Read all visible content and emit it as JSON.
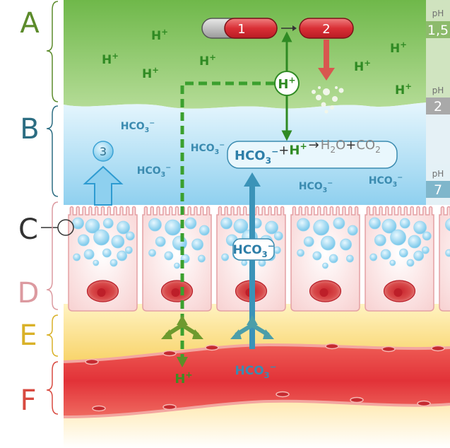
{
  "layer_labels": [
    {
      "letter": "A",
      "color": "#5c8b2b"
    },
    {
      "letter": "B",
      "color": "#2c6d82"
    },
    {
      "letter": "C",
      "color": "#333333"
    },
    {
      "letter": "D",
      "color": "#dc9aa0"
    },
    {
      "letter": "E",
      "color": "#d9b128"
    },
    {
      "letter": "F",
      "color": "#d84a40"
    }
  ],
  "ph_scale": [
    {
      "label": "pH",
      "value": "1,5"
    },
    {
      "label": "pH",
      "value": "2"
    },
    {
      "label": "pH",
      "value": "7"
    }
  ],
  "pills": {
    "first": "1",
    "second": "2"
  },
  "bubble_3": "3",
  "ions": {
    "h_plus": "H+",
    "hco3_main": "HCO3-"
  },
  "reaction": {
    "hco3": "HCO3-",
    "plus1": "+",
    "hplus": "H+",
    "arrow": "→",
    "h2o": "H2O",
    "plus2": "+",
    "co2": "CO2"
  },
  "colors": {
    "lumen_green": "#8ec86f",
    "mucus_blue": "#bfe4f5",
    "cell_pink": "#fde6e6",
    "submucosa_yellow": "#f9d86c",
    "blood_red": "#e43a3e",
    "proton_green": "#2f8a23",
    "bicarbonate_blue": "#3b8bb0"
  }
}
